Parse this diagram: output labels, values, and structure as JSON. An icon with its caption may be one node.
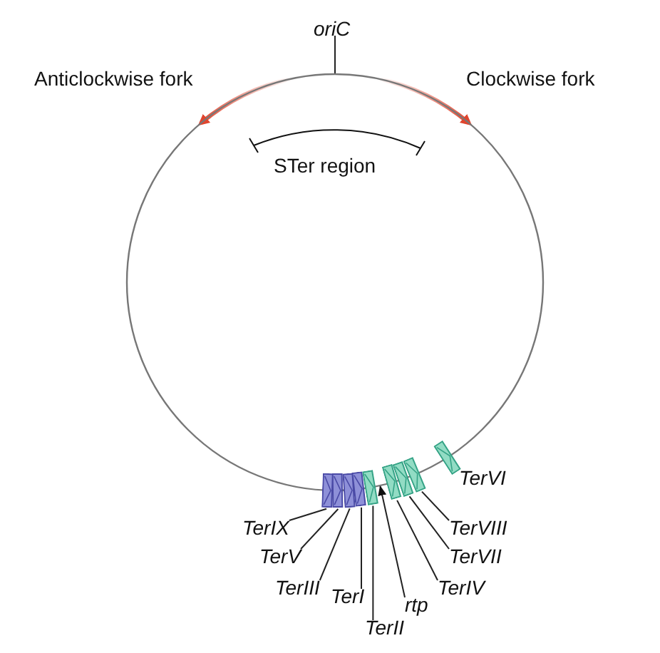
{
  "diagram": {
    "nodes": [
      {
        "text": [],
        "shape": "circle"
      },
      {
        "text": [
          "oriC"
        ]
      },
      {
        "text": [],
        "shape": "box"
      },
      {
        "text": [],
        "shape": "box"
      },
      {
        "text": [],
        "shape": "box"
      },
      {
        "text": [],
        "shape": "box"
      },
      {
        "text": [],
        "shape": "box"
      },
      {
        "text": [],
        "shape": "box"
      },
      {
        "text": [],
        "shape": "box"
      },
      {
        "text": [],
        "shape": "box"
      },
      {
        "text": [],
        "shape": "box",
        "beside": [
          "TerVI"
        ]
      },
      {
        "text": [
          "TerIX"
        ]
      },
      {
        "text": [
          "TerV"
        ]
      },
      {
        "text": [
          "TerIII"
        ]
      },
      {
        "text": [
          "TerI"
        ]
      },
      {
        "text": [
          "TerII"
        ]
      },
      {
        "text": [
          "rtp"
        ]
      },
      {
        "text": [
          "TerIV"
        ]
      },
      {
        "text": [
          "TerVII"
        ]
      },
      {
        "text": [
          "TerVIII"
        ]
      }
    ],
    "edges": [
      {
        "from": 1,
        "to": 0,
        "arrow": "none"
      },
      {
        "from": 11,
        "to": 2,
        "arrow": "none"
      },
      {
        "from": 12,
        "to": 3,
        "arrow": "none"
      },
      {
        "from": 13,
        "to": 4,
        "arrow": "none"
      },
      {
        "from": 14,
        "to": 5,
        "arrow": "none"
      },
      {
        "from": 15,
        "to": 6,
        "arrow": "none"
      },
      {
        "from": 16,
        "to": 0,
        "arrow": "to"
      },
      {
        "from": 17,
        "to": 7,
        "arrow": "none"
      },
      {
        "from": 18,
        "to": 8,
        "arrow": "none"
      },
      {
        "from": 19,
        "to": 9,
        "arrow": "none"
      }
    ],
    "labels": [
      "Anticlockwise fork",
      "Clockwise fork",
      "STer region"
    ]
  }
}
